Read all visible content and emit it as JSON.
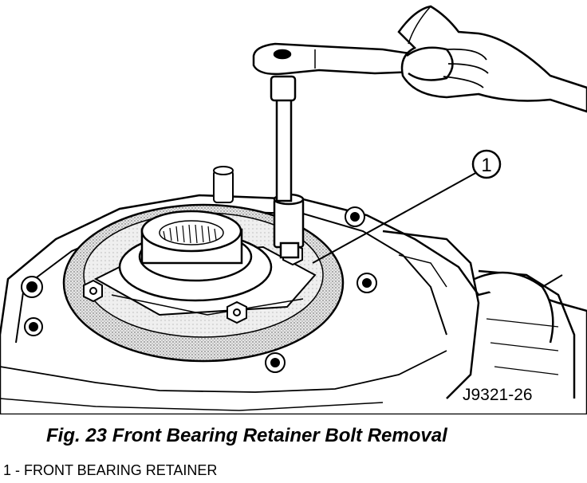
{
  "figure": {
    "callout_number": "1",
    "drawing_code": "J9321-26"
  },
  "caption": {
    "title": "Fig. 23 Front Bearing Retainer Bolt Removal"
  },
  "legend": {
    "items": [
      {
        "label": "1 - FRONT BEARING RETAINER"
      }
    ]
  }
}
